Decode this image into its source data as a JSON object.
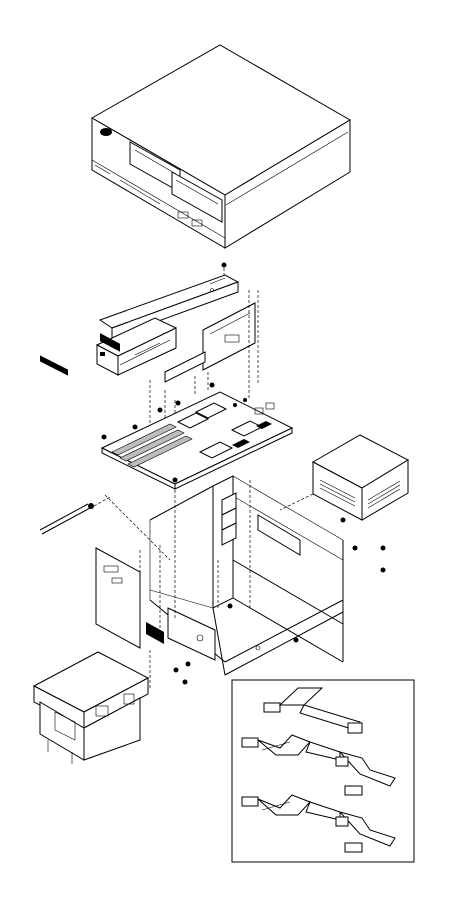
{
  "figure": {
    "type": "exploded-assembly-view",
    "colors": {
      "line": "#000000",
      "background": "#ffffff",
      "shade": "#bdbdbd"
    }
  },
  "parts": [
    {
      "id": "system-unit-cover"
    },
    {
      "id": "drive-bracket"
    },
    {
      "id": "diskette-drive"
    },
    {
      "id": "riser-card"
    },
    {
      "id": "system-board"
    },
    {
      "id": "power-supply"
    },
    {
      "id": "rear-panel"
    },
    {
      "id": "chassis-frame"
    },
    {
      "id": "drive-cage"
    },
    {
      "id": "cable-inset"
    }
  ]
}
